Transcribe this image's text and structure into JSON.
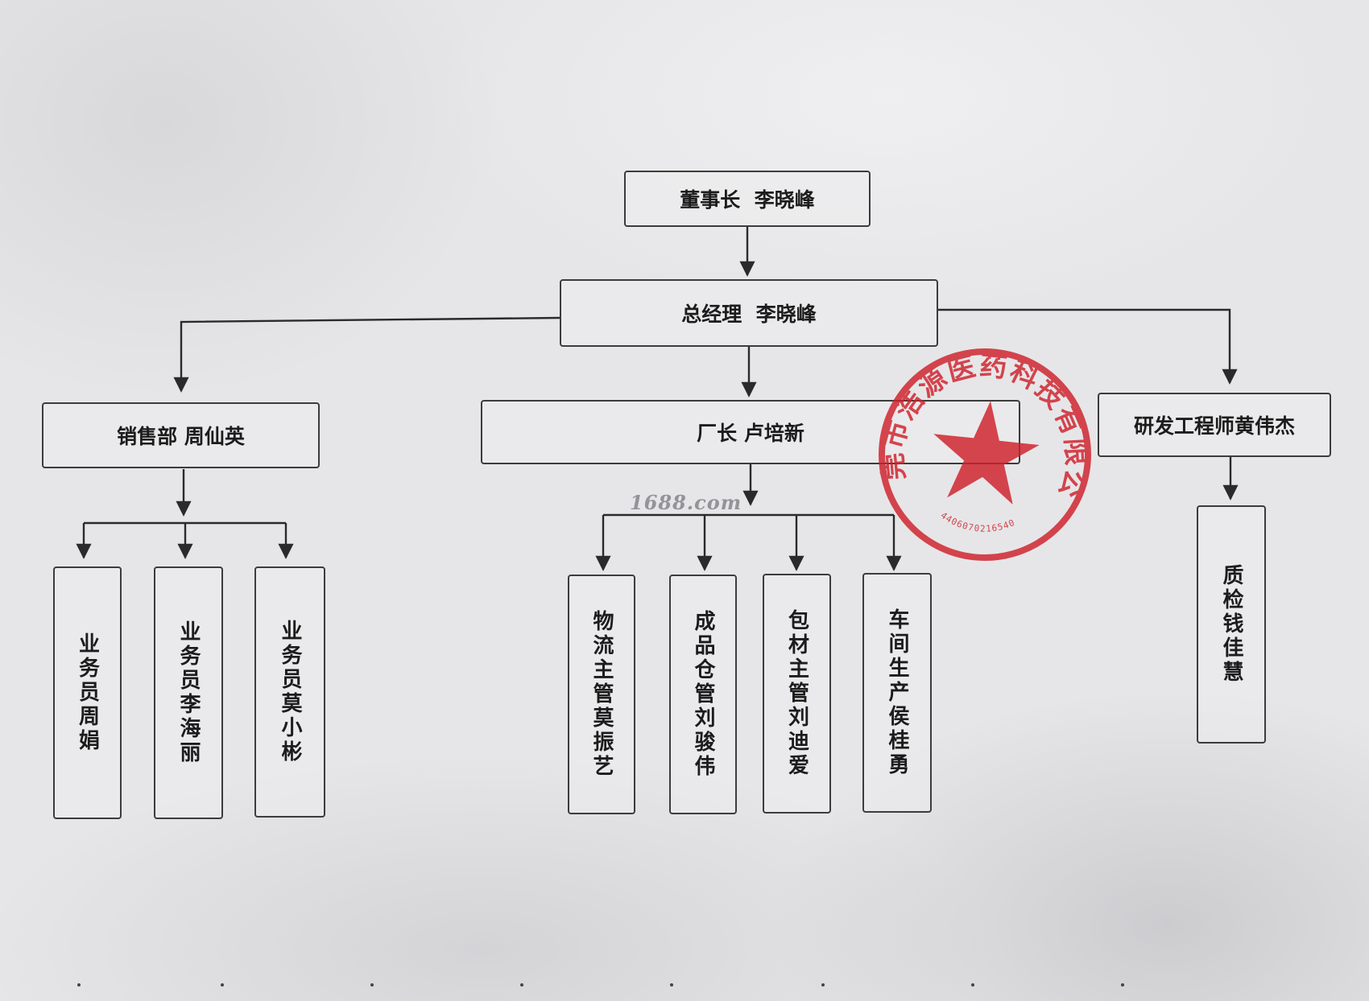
{
  "nodes": {
    "chairman": "董事长  李晓峰",
    "general_manager": "总经理  李晓峰",
    "sales_dept": "销售部 周仙英",
    "factory_director": "厂长 卢培新",
    "rd_engineer": "研发工程师黄伟杰",
    "sales_staff": [
      "业务员周娟",
      "业务员李海丽",
      "业务员莫小彬"
    ],
    "factory_staff": [
      "物流主管莫振艺",
      "成品仓管刘骏伟",
      "包材主管刘迪爱",
      "车间生产侯桂勇"
    ],
    "qc": "质检钱佳慧"
  },
  "seal": {
    "company_text": "东莞市浩源医药科技有限公司",
    "number": "4406070216540",
    "color": "#d0202a"
  },
  "watermark": "1688.com",
  "colors": {
    "line": "#2a2a2a",
    "box_border": "#3c3c3c",
    "text": "#1c1c1c"
  }
}
